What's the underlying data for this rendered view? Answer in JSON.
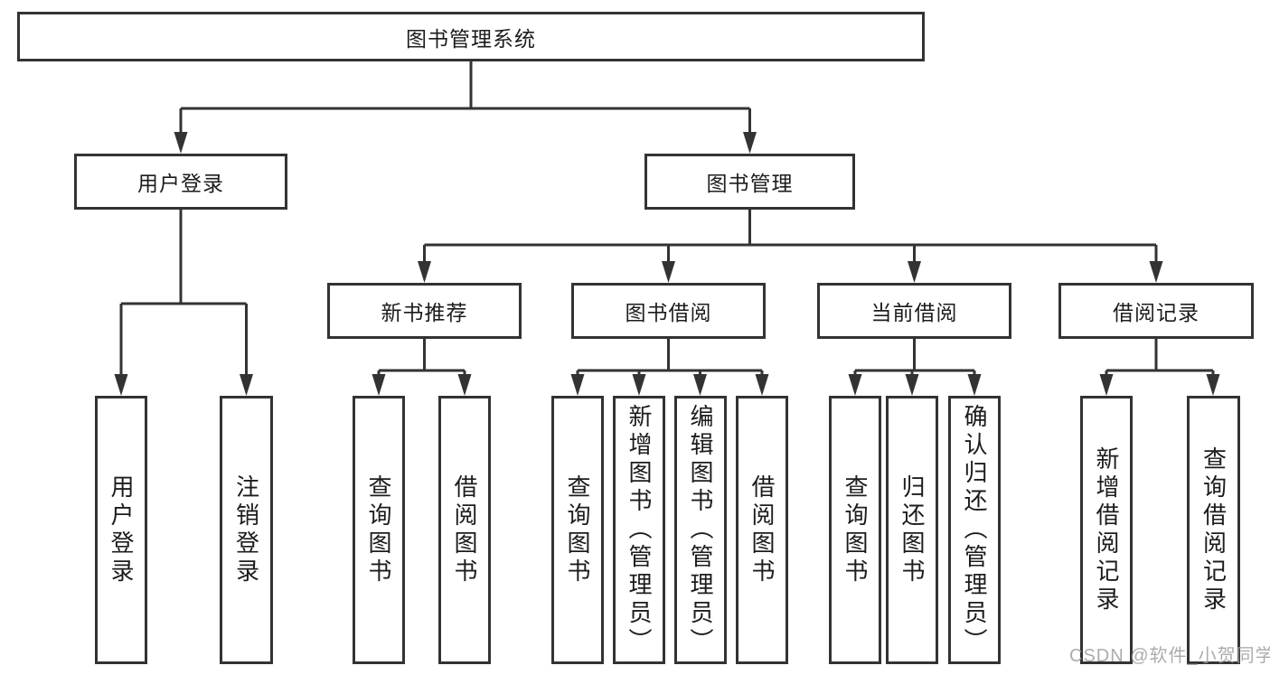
{
  "diagram": {
    "root": {
      "label": "图书管理系统"
    },
    "branches": [
      {
        "label": "用户登录",
        "children": [
          {
            "label": "用户登录"
          },
          {
            "label": "注销登录"
          }
        ]
      },
      {
        "label": "图书管理",
        "children": [
          {
            "label": "新书推荐",
            "children": [
              {
                "label": "查询图书"
              },
              {
                "label": "借阅图书"
              }
            ]
          },
          {
            "label": "图书借阅",
            "children": [
              {
                "label": "查询图书"
              },
              {
                "label": "新增图书（管理员）"
              },
              {
                "label": "编辑图书（管理员）"
              },
              {
                "label": "借阅图书"
              }
            ]
          },
          {
            "label": "当前借阅",
            "children": [
              {
                "label": "查询图书"
              },
              {
                "label": "归还图书"
              },
              {
                "label": "确认归还（管理员）"
              }
            ]
          },
          {
            "label": "借阅记录",
            "children": [
              {
                "label": "新增借阅记录"
              },
              {
                "label": "查询借阅记录"
              }
            ]
          }
        ]
      }
    ]
  },
  "watermark": {
    "text": "CSDN @软件_小贺同学"
  },
  "colors": {
    "line": "#333333",
    "text": "#1c1c1c",
    "background": "#ffffff",
    "watermark": "#9e9e9e"
  }
}
